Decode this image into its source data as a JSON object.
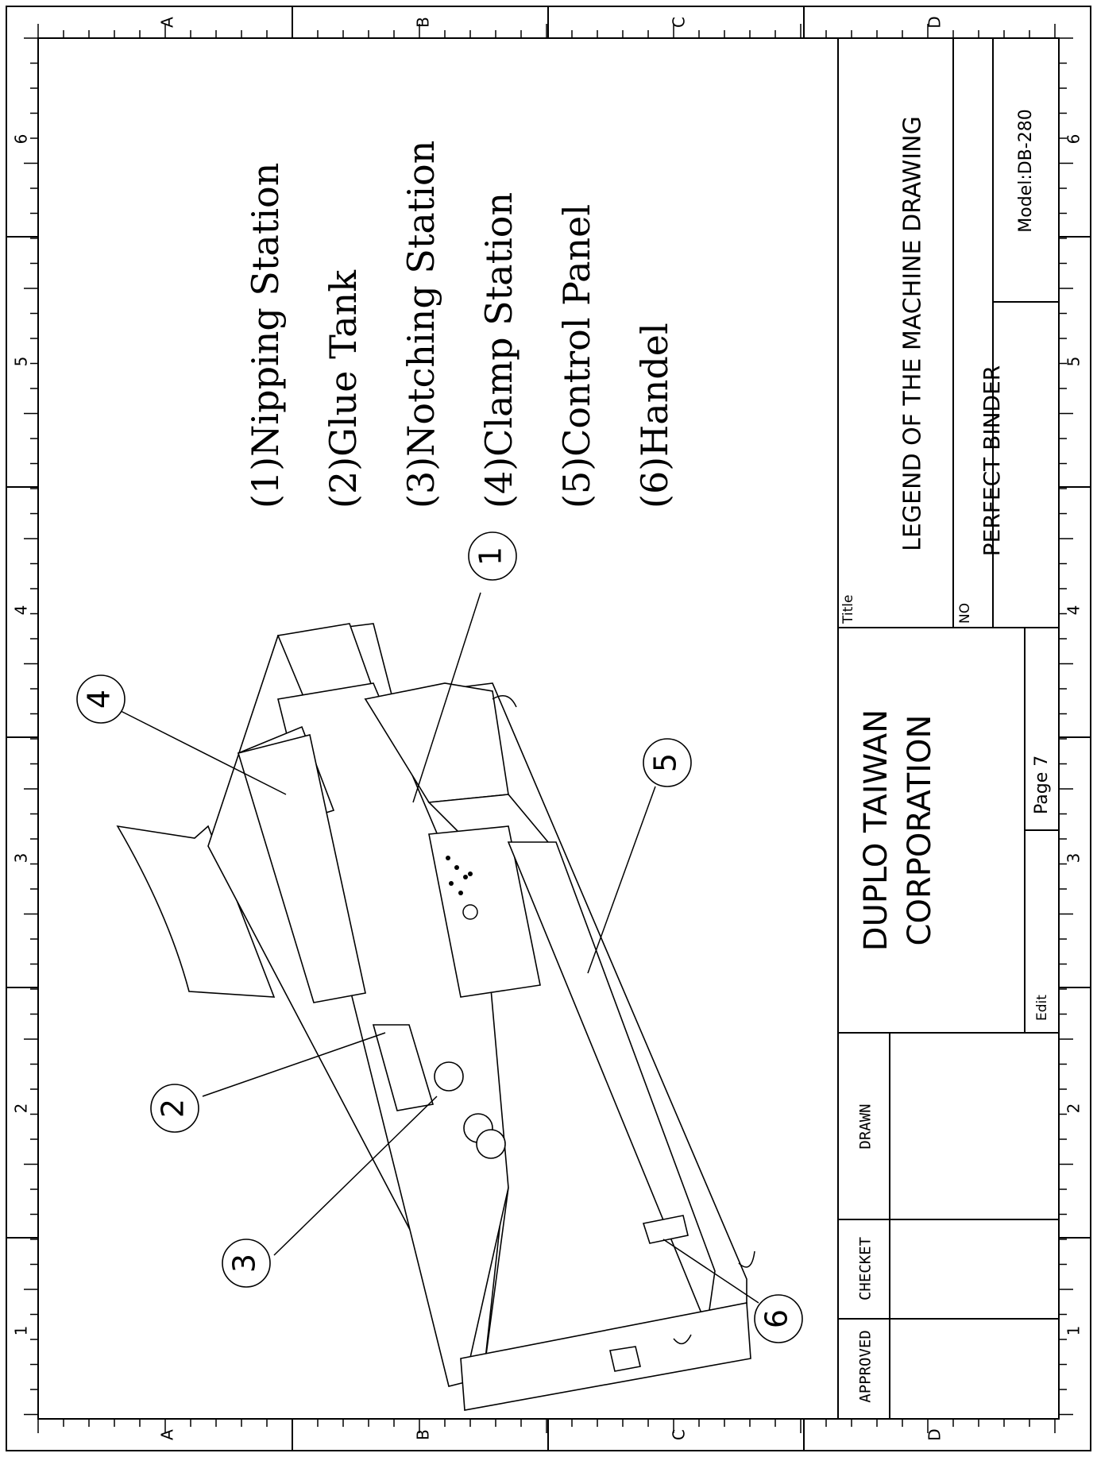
{
  "legend": {
    "items": [
      "(1)Nipping Station",
      "(2)Glue Tank",
      "(3)Notching Station",
      "(4)Clamp Station",
      "(5)Control Panel",
      "(6)Handel"
    ]
  },
  "callouts": [
    "1",
    "2",
    "3",
    "4",
    "5",
    "6"
  ],
  "grid_refs": {
    "letters": [
      "A",
      "B",
      "C",
      "D"
    ],
    "numbers": [
      "1",
      "2",
      "3",
      "4",
      "5",
      "6"
    ]
  },
  "title_block": {
    "approved_label": "APPROVED",
    "checked_label": "CHECKET",
    "drawn_label": "DRAWN",
    "company_line1": "DUPLO TAIWAN",
    "company_line2": "CORPORATION",
    "edit_label": "Edit",
    "page_label": "Page 7",
    "title_label": "Title",
    "title_text": "LEGEND OF THE MACHINE DRAWING",
    "no_label": "NO",
    "product": "PERFECT BINDER",
    "model": "Model:DB-280"
  }
}
